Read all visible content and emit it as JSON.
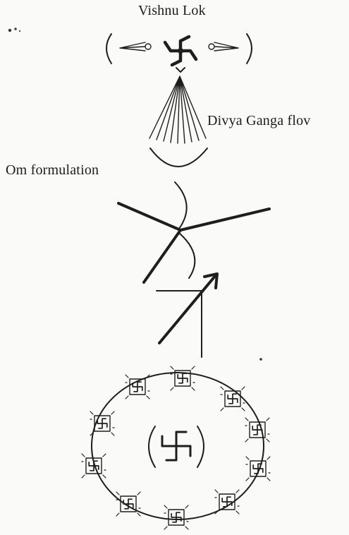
{
  "labels": {
    "top": "Vishnu Lok",
    "flow": "Divya Ganga flov",
    "om": "Om formulation"
  },
  "icons": {
    "top_symbol": "swastika-icon",
    "rays": "rays-icon",
    "bowl": "bowl-icon",
    "om_figure": "om-icon",
    "arrow": "arrow-icon",
    "ring": "circle-icon",
    "center_symbol": "swastika-icon",
    "small_symbol": "swastika-icon"
  },
  "colors": {
    "ink": "#1e1e1e",
    "paper": "#fafaf8"
  }
}
